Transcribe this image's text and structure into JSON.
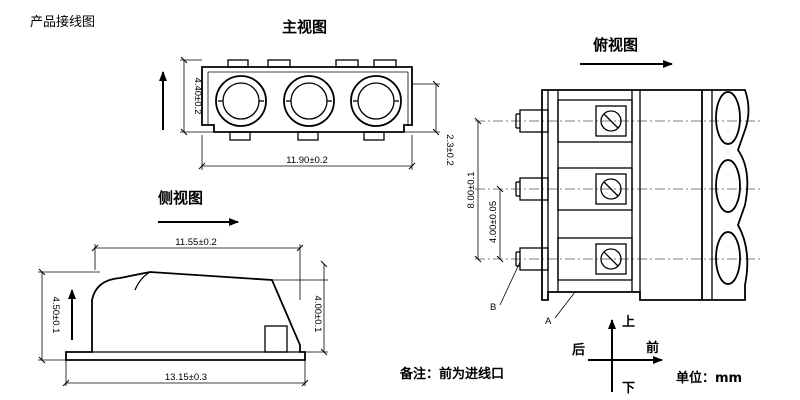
{
  "page_title": "产品接线图",
  "views": {
    "front": {
      "title": "主视图",
      "dim_width": "11.90±0.2",
      "dim_height": "4.40±0.2",
      "dim_side": "2.3±0.2"
    },
    "side": {
      "title": "侧视图",
      "dim_top": "11.55±0.2",
      "dim_bottom": "13.15±0.3",
      "dim_left": "4.50±0.1",
      "dim_right": "4.00±0.1"
    },
    "top": {
      "title": "俯视图",
      "dim_pitch_outer": "8.00±0.1",
      "dim_pitch_inner": "4.00±0.05",
      "label_b": "B",
      "label_a": "A"
    }
  },
  "compass": {
    "up": "上",
    "down": "下",
    "back": "后",
    "front": "前"
  },
  "note": "备注：前为进线口",
  "unit": "单位：mm"
}
